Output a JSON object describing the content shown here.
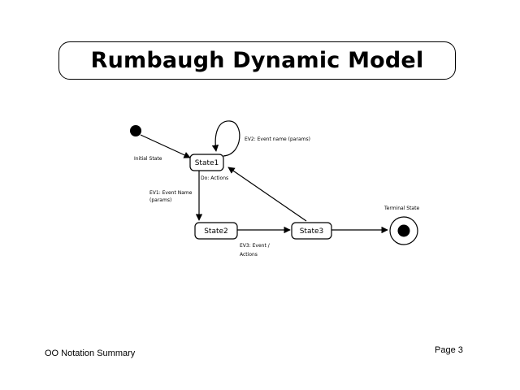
{
  "slide": {
    "title": "Rumbaugh Dynamic Model",
    "footer_left": "OO Notation Summary",
    "footer_right": "Page 3"
  },
  "diagram": {
    "states": {
      "state1": "State1",
      "state2": "State2",
      "state3": "State3"
    },
    "labels": {
      "initial_state": "Initial State",
      "terminal_state": "Terminal State",
      "do_actions": "Do: Actions",
      "ev2": "EV2: Event name (params)",
      "ev1_line1": "EV1: Event Name",
      "ev1_line2": "(params)",
      "ev3_line1": "EV3: Event /",
      "ev3_line2": "Actions"
    }
  }
}
